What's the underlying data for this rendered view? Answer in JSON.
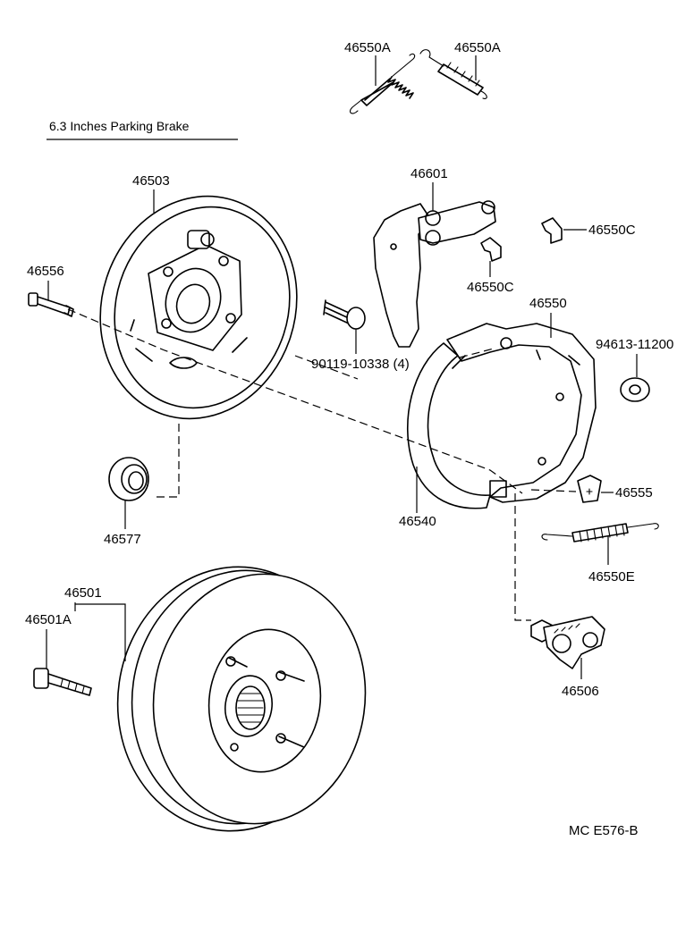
{
  "title": "6.3 Inches Parking Brake",
  "code": "MC E576-B",
  "parts": {
    "spring_a_left": "46550A",
    "spring_a_right": "46550A",
    "backing_plate": "46503",
    "lever": "46601",
    "clip_c_right": "46550C",
    "clip_c_lower": "46550C",
    "bolt": "46556",
    "shoe_set": "46550",
    "washer": "94613-11200",
    "bolt_set": "90119-10338 (4)",
    "plug": "46577",
    "shoe": "46540",
    "clip_55": "46555",
    "spring_e": "46550E",
    "drum": "46501",
    "hub_bolt": "46501A",
    "adjuster": "46506"
  }
}
